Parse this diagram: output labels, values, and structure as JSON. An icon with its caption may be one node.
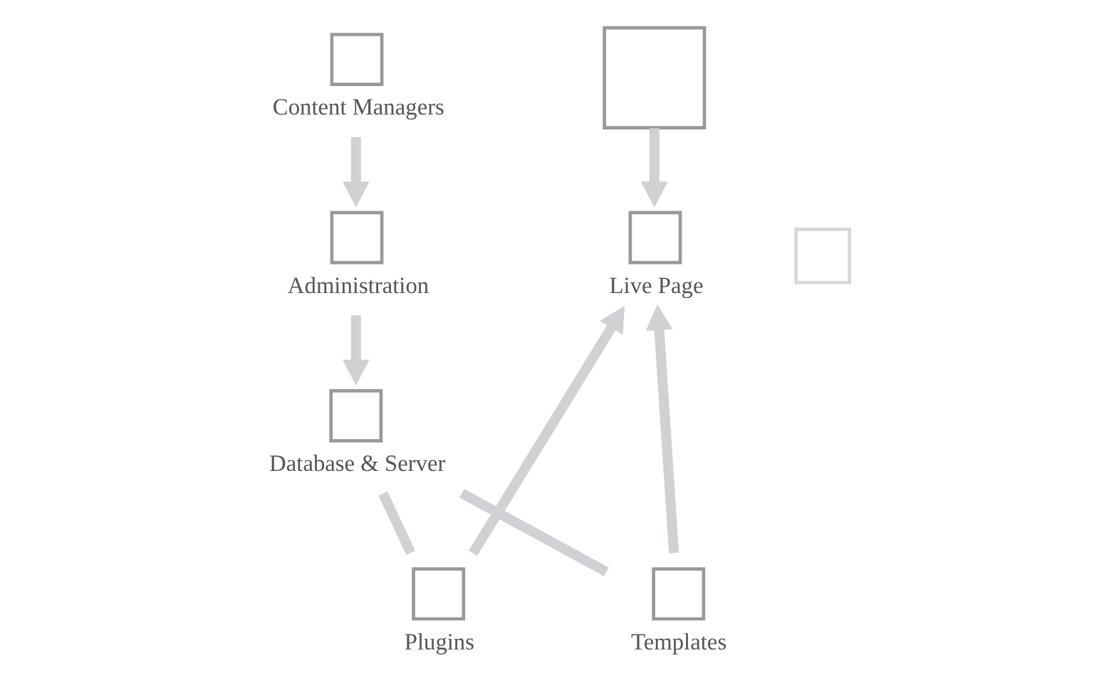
{
  "diagram": {
    "nodes": [
      {
        "text": [],
        "shape": "box"
      },
      {
        "text": [
          "Content Managers"
        ]
      },
      {
        "text": [
          "Live Page"
        ]
      },
      {
        "text": [],
        "shape": "box"
      },
      {
        "text": [
          "Administration"
        ]
      },
      {
        "text": [
          "Database & Server"
        ]
      },
      {
        "text": [
          "Templates"
        ]
      },
      {
        "text": [
          "Plugins"
        ]
      }
    ],
    "edges": [
      {
        "from": 0,
        "to": 2,
        "arrow": "to"
      },
      {
        "from": 1,
        "to": 4,
        "arrow": "to"
      },
      {
        "from": 4,
        "to": 5,
        "arrow": "to"
      },
      {
        "from": 6,
        "to": 2,
        "arrow": "to"
      },
      {
        "from": 7,
        "to": 2,
        "arrow": "to"
      },
      {
        "from": 5,
        "to": 6,
        "arrow": "none"
      },
      {
        "from": 5,
        "to": 7,
        "arrow": "none"
      }
    ]
  }
}
